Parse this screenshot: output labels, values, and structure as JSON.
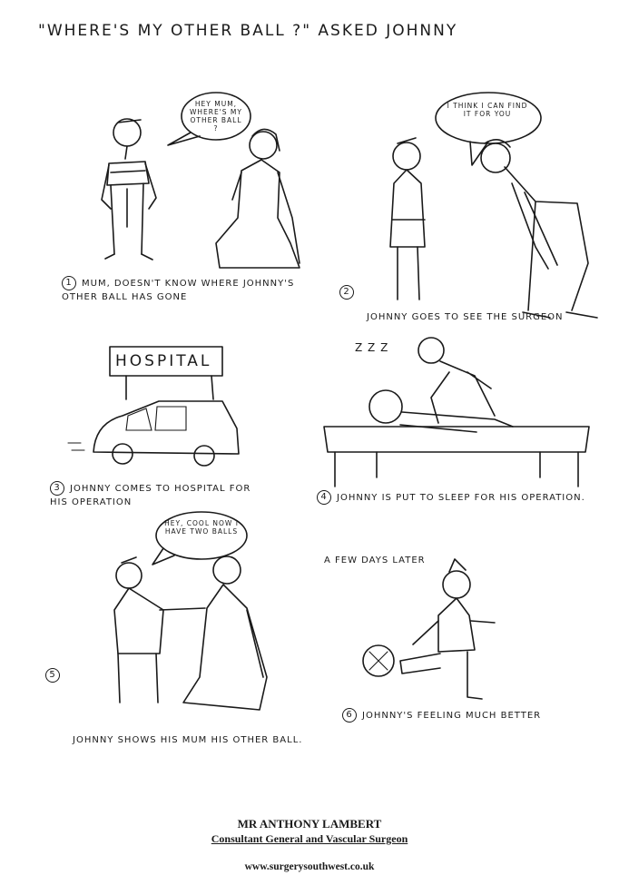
{
  "title": "\"Where's my other ball ?\" asked Johnny",
  "panels": [
    {
      "number": "1",
      "caption": "Mum, doesn't know where Johnny's other ball has gone",
      "speech": "Hey Mum, where's my other ball ?"
    },
    {
      "number": "2",
      "caption": "Johnny goes to see the surgeon",
      "speech": "I think I can find it for you"
    },
    {
      "number": "3",
      "caption": "Johnny comes to hospital for his operation",
      "sign": "HOSPITAL"
    },
    {
      "number": "4",
      "caption": "Johnny is put to sleep for his operation.",
      "sleep": "Z Z Z"
    },
    {
      "number": "5",
      "caption": "Johnny shows his mum his other ball.",
      "speech": "Hey, cool now I have two balls"
    },
    {
      "number": "6",
      "caption": "Johnny's feeling much better",
      "note": "A few days later"
    }
  ],
  "footer": {
    "name": "MR ANTHONY LAMBERT",
    "role": "Consultant General and Vascular Surgeon",
    "website": "www.surgerysouthwest.co.uk"
  }
}
